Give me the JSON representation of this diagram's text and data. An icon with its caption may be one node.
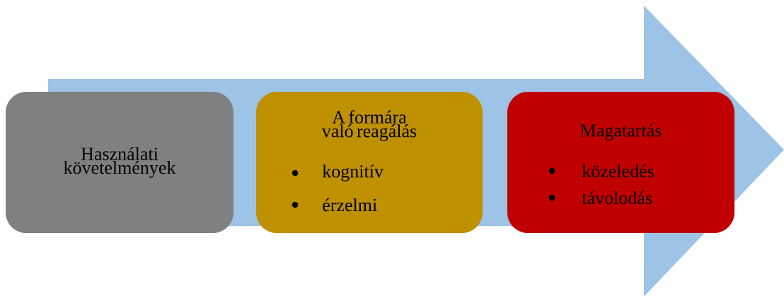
{
  "diagram": {
    "nodes": [
      {
        "text": [
          "Használati követelmények"
        ]
      },
      {
        "text": [
          "A formára való reagálás",
          "kognitív",
          "érzelmi"
        ]
      },
      {
        "text": [
          "Magatartás",
          "közeledés",
          "távolodás"
        ]
      }
    ]
  }
}
